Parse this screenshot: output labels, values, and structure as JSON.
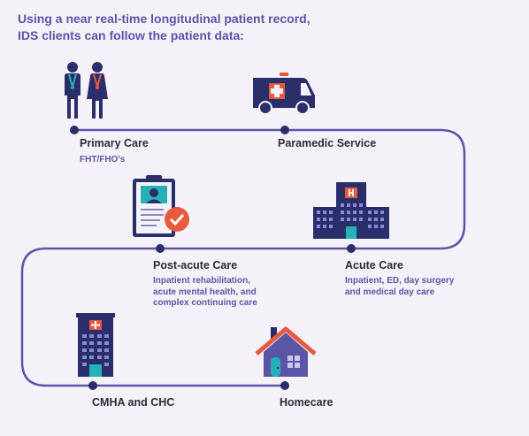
{
  "headline": {
    "line1": "Using a near real-time longitudinal patient record,",
    "line2": "IDS clients can follow the patient data:"
  },
  "stops": {
    "primary_care": {
      "label": "Primary Care",
      "sub": "FHT/FHO's"
    },
    "paramedic": {
      "label": "Paramedic Service"
    },
    "post_acute": {
      "label": "Post-acute Care",
      "sub1": "Inpatient rehabilitation,",
      "sub2": "acute mental health, and",
      "sub3": "complex continuing care"
    },
    "acute": {
      "label": "Acute Care",
      "sub1": "Inpatient, ED, day surgery",
      "sub2": "and medical day care"
    },
    "cmha": {
      "label": "CMHA and CHC"
    },
    "homecare": {
      "label": "Homecare"
    }
  },
  "colors": {
    "path": "#5b55a8",
    "navy": "#2a2f6b",
    "teal": "#26b1b7",
    "red": "#e85a3e",
    "accent_text": "#5b55a8"
  },
  "icons": {
    "primary_care": "doctors-icon",
    "paramedic": "ambulance-icon",
    "post_acute": "clipboard-check-icon",
    "acute": "hospital-icon",
    "cmha": "clinic-building-icon",
    "homecare": "house-icon"
  }
}
